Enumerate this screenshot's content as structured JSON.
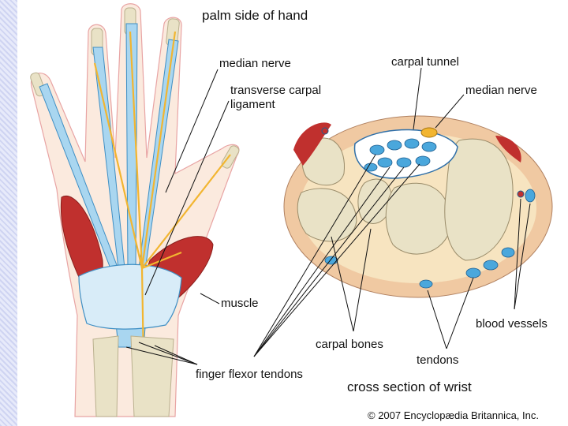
{
  "diagram": {
    "colors": {
      "tendon": "#a9d6f0",
      "nerve": "#f2b530",
      "muscle": "#c0302e",
      "bone": "#e9e2c6",
      "skin": "#f5dcc2",
      "accent_stripe": "#cfd4f2"
    },
    "labels": {
      "palm_title": "palm side of hand",
      "median_nerve_hand": "median nerve",
      "transverse_carpal_ligament": "transverse carpal\nligament",
      "muscle": "muscle",
      "finger_flexor_tendons": "finger flexor tendons",
      "carpal_tunnel": "carpal tunnel",
      "median_nerve_wrist": "median nerve",
      "blood_vessels": "blood vessels",
      "carpal_bones": "carpal bones",
      "tendons": "tendons",
      "cross_section_title": "cross section of wrist",
      "copyright": "© 2007 Encyclopædia Britannica, Inc."
    }
  }
}
